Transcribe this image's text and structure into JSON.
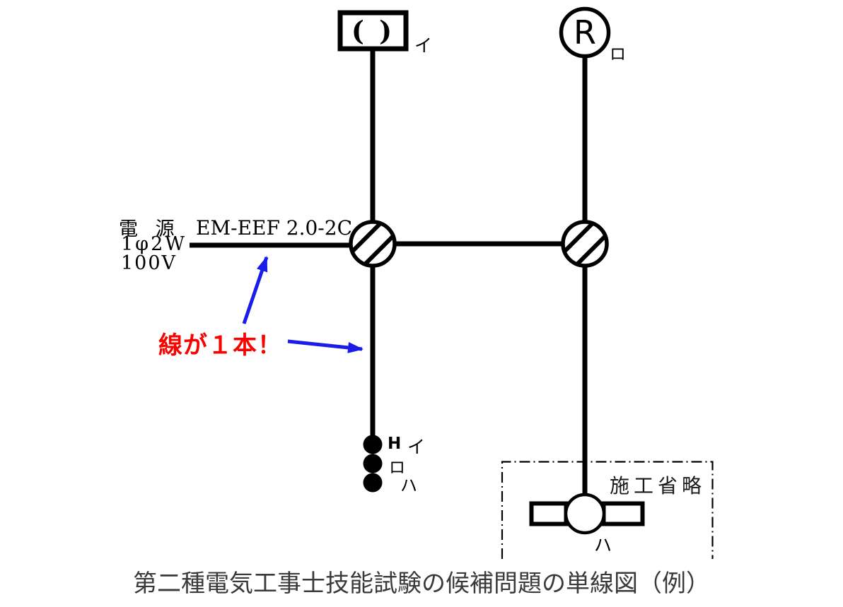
{
  "diagram": {
    "caption": "第二種電気工事士技能試験の候補問題の単線図（例）",
    "power_source": {
      "line1": "電 源",
      "line2": "1φ2W",
      "line3": "100V"
    },
    "cable_label": "EM-EEF 2.0-2C",
    "annotation": {
      "text": "線が１本！"
    },
    "ceiling_light": {
      "symbol": "( )",
      "circuit": "イ"
    },
    "receptacle": {
      "symbol": "R",
      "circuit": "ロ"
    },
    "switches": {
      "pilot_mark": "H",
      "circuits": [
        "イ",
        "ロ",
        "ハ"
      ]
    },
    "omission_box": {
      "label": "施工省略"
    },
    "fluorescent": {
      "circuit": "ハ"
    },
    "colors": {
      "line_black": "#000000",
      "annotation_red": "#f80400",
      "arrow_blue": "#1c1ce8",
      "caption_gray": "#3a3a3a"
    }
  }
}
